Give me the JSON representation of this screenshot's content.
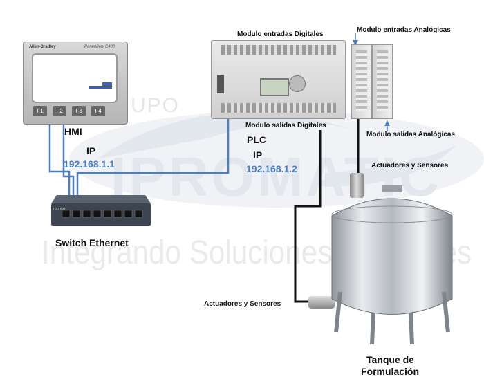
{
  "watermark": {
    "brand": "IPROMATIC",
    "tagline": "Integrando Soluciones Rentables",
    "grupo": "GRUPO"
  },
  "hmi": {
    "brand": "Allen-Bradley",
    "model": "PanelView C400",
    "keys": [
      "F1",
      "F2",
      "F3",
      "F4"
    ],
    "label": "HMI",
    "ip_label": "IP",
    "ip": "192.168.1.1"
  },
  "switch": {
    "label": "Switch Ethernet",
    "brand": "TP-LINK"
  },
  "plc": {
    "label": "PLC",
    "ip_label": "IP",
    "ip": "192.168.1.2",
    "digital_inputs": "Modulo entradas Digitales",
    "digital_outputs": "Modulo salidas Digitales",
    "analog_inputs": "Modulo entradas Analógicas",
    "analog_outputs": "Modulo salidas Analógicas"
  },
  "field": {
    "actuators_right": "Actuadores  y  Sensores",
    "actuators_left": "Actuadores  y  Sensores"
  },
  "tank": {
    "label_line1": "Tanque de",
    "label_line2": "Formulación"
  },
  "colors": {
    "ethernet": "#4a7fc1",
    "wire": "#111111",
    "ip_text": "#4a7fc1"
  }
}
